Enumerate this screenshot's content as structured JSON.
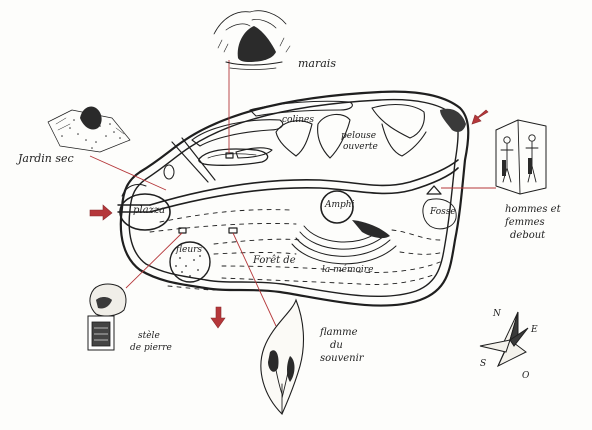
{
  "labels": {
    "marais": "marais",
    "collines": "colines",
    "pelouse_line1": "pelouse",
    "pelouse_line2": "ouverte",
    "jardin_sec": "Jardin sec",
    "plazza": "plazza",
    "amphi": "Amphi",
    "fosse": "Fosse",
    "fleurs": "fleurs",
    "foret": "Forêt de",
    "memoire": "la mémoire",
    "hommes_line1": "hommes et",
    "hommes_line2": "femmes",
    "hommes_line3": "debout",
    "stele_line1": "stèle",
    "stele_line2": "de pierre",
    "flamme_line1": "flamme",
    "flamme_line2": "du",
    "flamme_line3": "souvenir"
  },
  "compass": {
    "n": "N",
    "s": "S",
    "e": "E",
    "o": "O"
  },
  "colors": {
    "ink": "#1f1f1f",
    "arrow": "#b5373a",
    "paper": "#fdfdfb"
  },
  "icons": [
    "marsh-sketch-icon",
    "dry-garden-sketch-icon",
    "standing-figures-sketch-icon",
    "stone-stele-sketch-icon",
    "flame-sketch-icon",
    "compass-rose-icon",
    "entrance-arrow-icon",
    "exit-arrow-icon"
  ]
}
